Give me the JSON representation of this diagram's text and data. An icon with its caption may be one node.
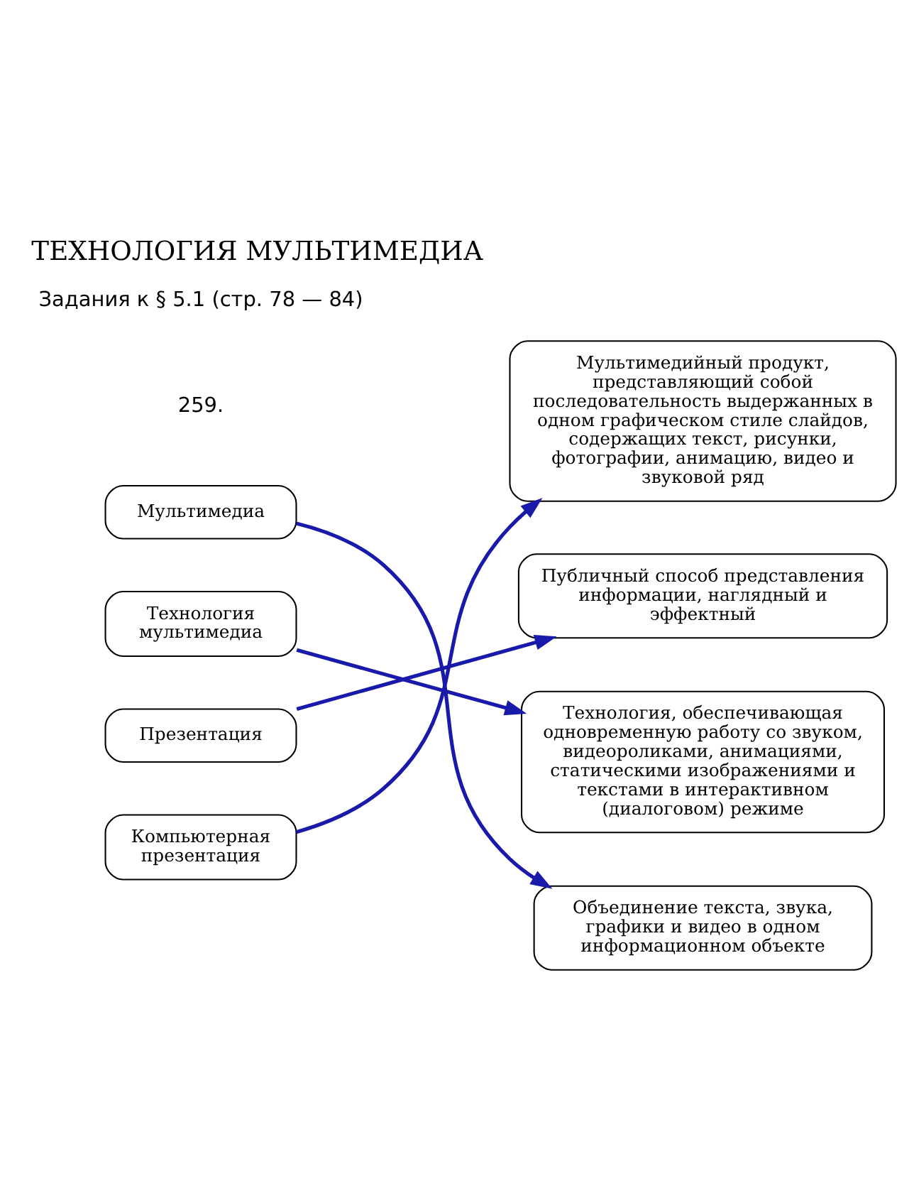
{
  "diagram": {
    "title": "ТЕХНОЛОГИЯ МУЛЬТИМЕДИА",
    "nodes": [
      {
        "text": [
          "Мультимедиа"
        ]
      },
      {
        "text": [
          "Технология мультимедиа"
        ]
      },
      {
        "text": [
          "Презентация"
        ]
      },
      {
        "text": [
          "Компьютерная презентация"
        ]
      },
      {
        "text": [
          "Мультимедийный продукт, представляющий собой последовательность выдержанных в одном графическом стиле слайдов, содержащих текст, рисунки, фотографии, анимацию, видео и звуковой ряд"
        ]
      },
      {
        "text": [
          "Публичный способ представления информации, наглядный и эффектный"
        ]
      },
      {
        "text": [
          "Технология, обеспечивающая одновременную работу со звуком, видеороликами, анимациями, статическими изображениями и текстами в интерактивном (диалоговом) режиме"
        ]
      },
      {
        "text": [
          "Объединение текста, звука, графики и видео в одном информационном объекте"
        ]
      }
    ],
    "edges": [
      {
        "from": 0,
        "to": 7,
        "arrow": "to"
      },
      {
        "from": 1,
        "to": 6,
        "arrow": "to"
      },
      {
        "from": 2,
        "to": 5,
        "arrow": "to"
      },
      {
        "from": 3,
        "to": 4,
        "arrow": "to"
      }
    ],
    "labels": [
      "Задания к § 5.1 (стр. 78 — 84)",
      "259."
    ]
  }
}
